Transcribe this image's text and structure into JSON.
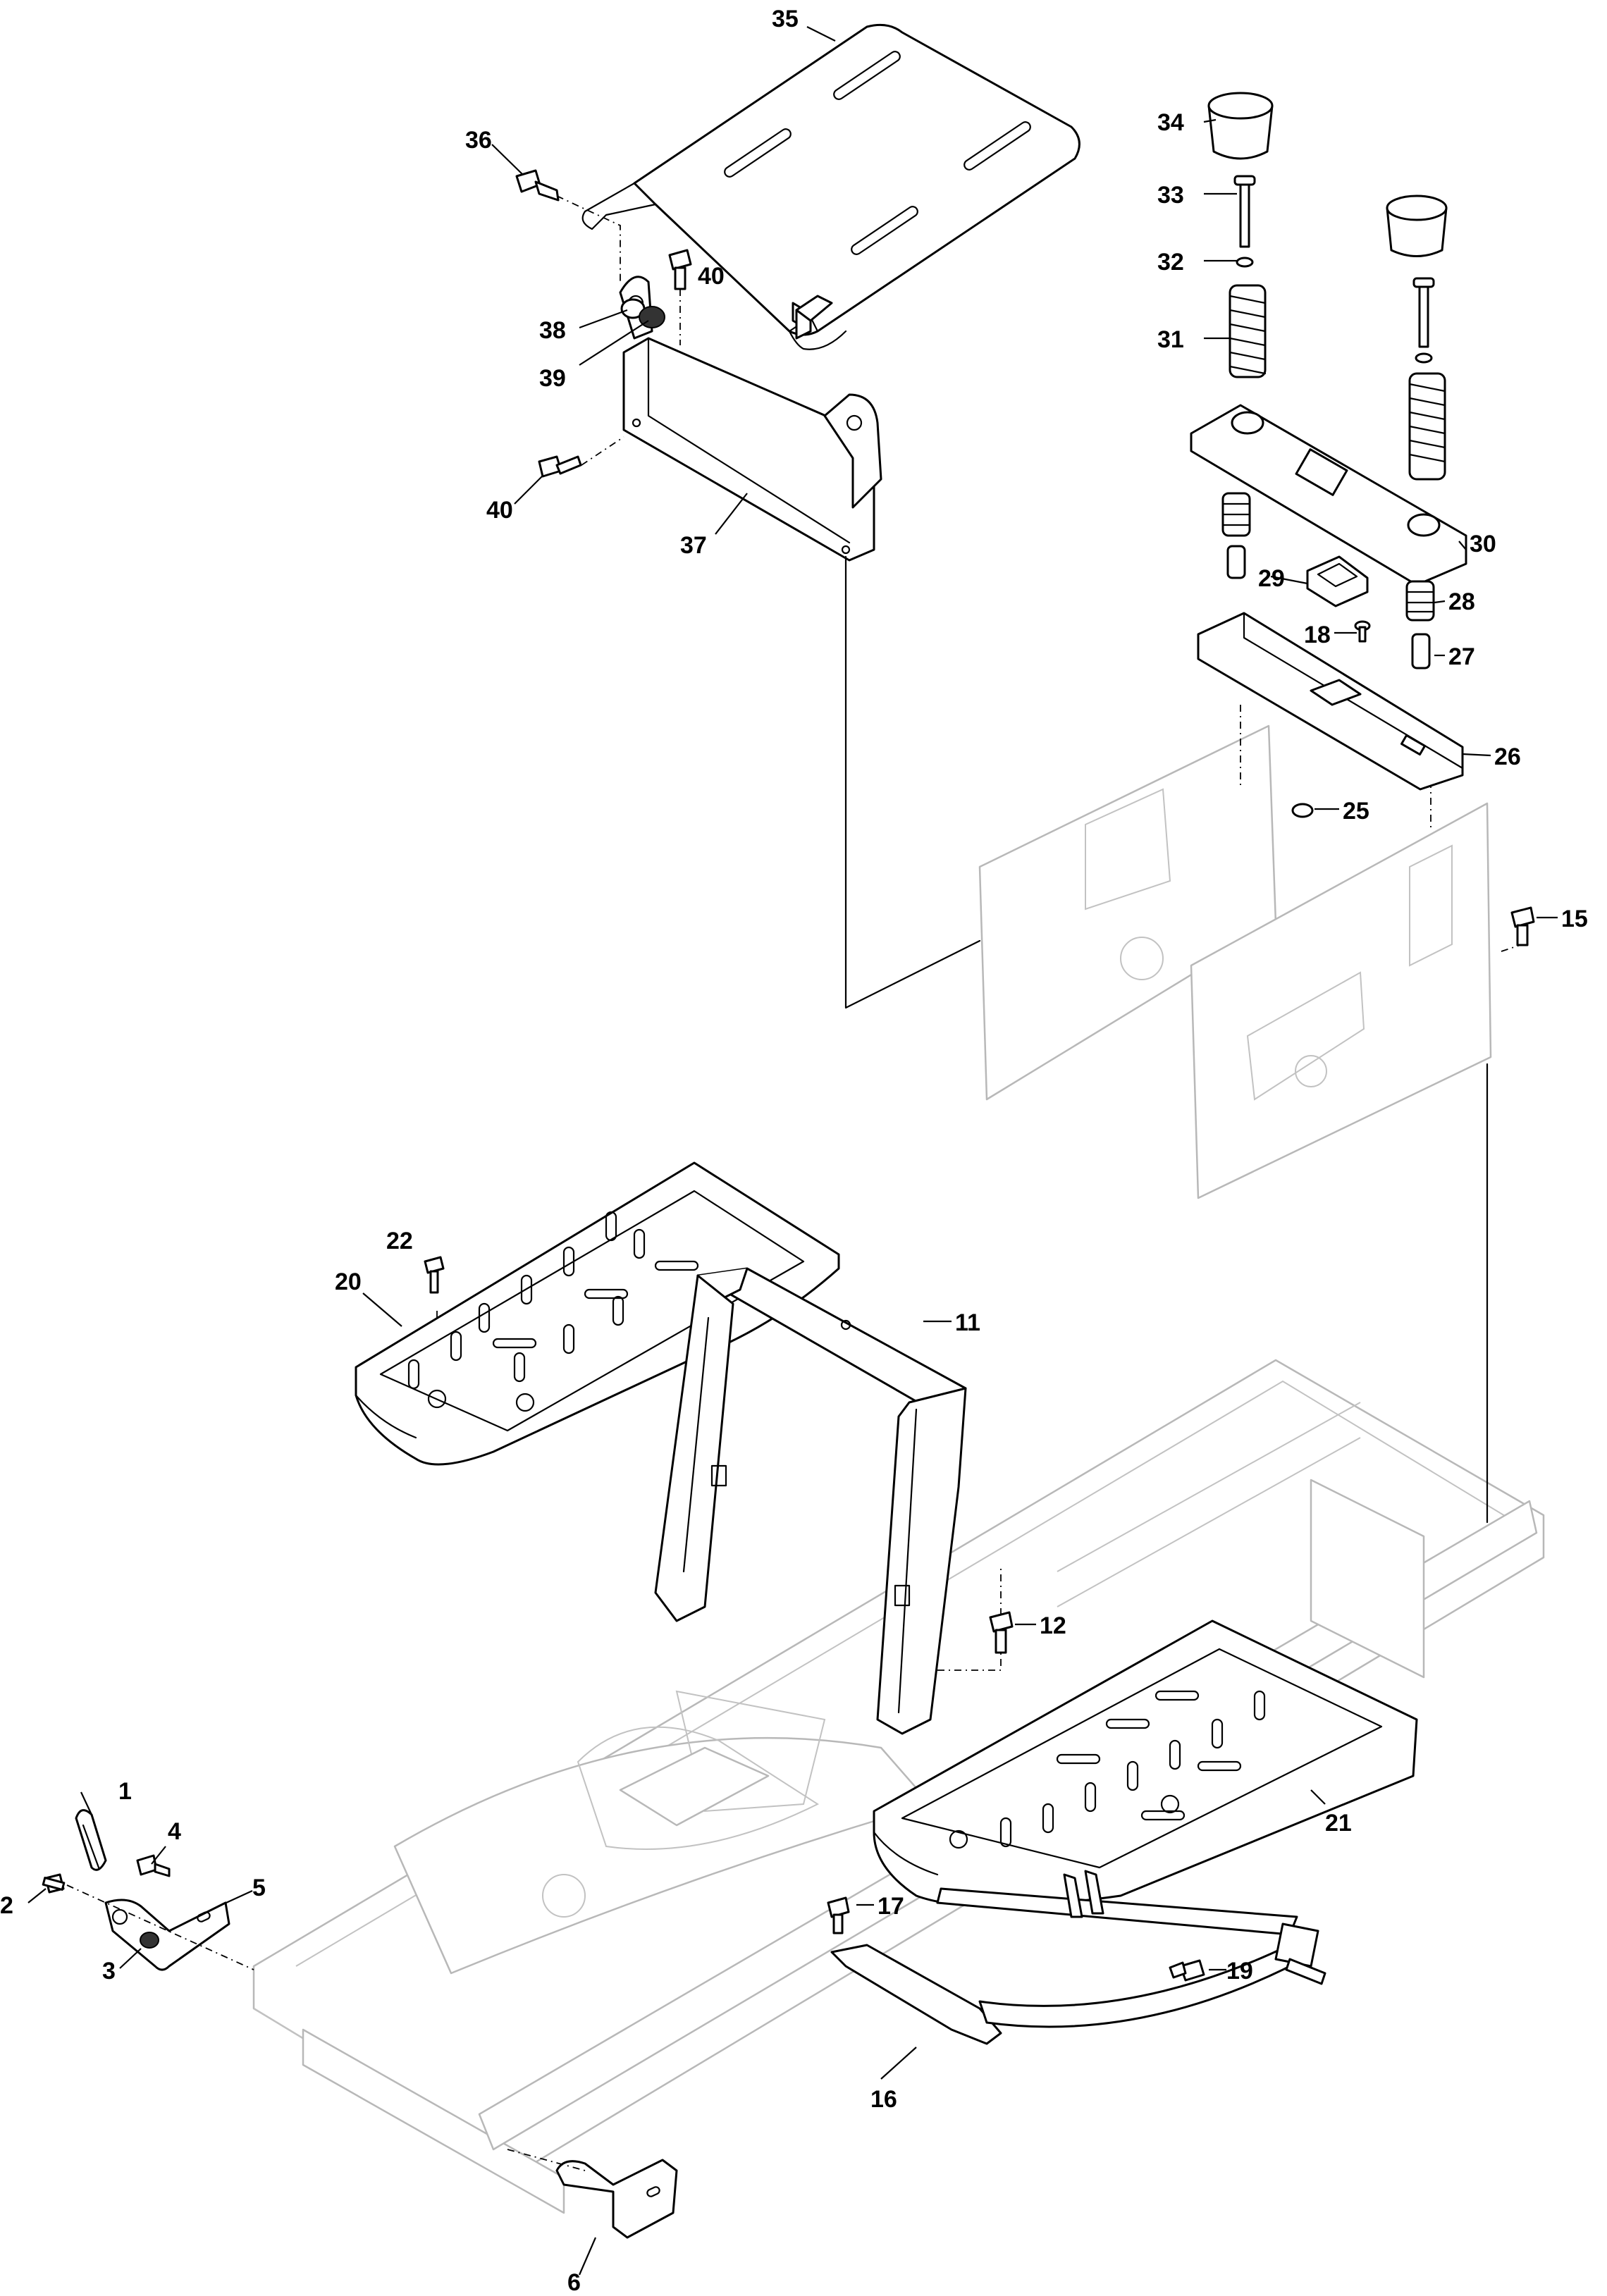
{
  "callouts": [
    {
      "id": "c1",
      "label": "1"
    },
    {
      "id": "c2",
      "label": "2"
    },
    {
      "id": "c3",
      "label": "3"
    },
    {
      "id": "c4",
      "label": "4"
    },
    {
      "id": "c5",
      "label": "5"
    },
    {
      "id": "c6",
      "label": "6"
    },
    {
      "id": "c11",
      "label": "11"
    },
    {
      "id": "c12",
      "label": "12"
    },
    {
      "id": "c15",
      "label": "15"
    },
    {
      "id": "c16",
      "label": "16"
    },
    {
      "id": "c17",
      "label": "17"
    },
    {
      "id": "c18",
      "label": "18"
    },
    {
      "id": "c19",
      "label": "19"
    },
    {
      "id": "c20",
      "label": "20"
    },
    {
      "id": "c21",
      "label": "21"
    },
    {
      "id": "c22",
      "label": "22"
    },
    {
      "id": "c25",
      "label": "25"
    },
    {
      "id": "c26",
      "label": "26"
    },
    {
      "id": "c27",
      "label": "27"
    },
    {
      "id": "c28",
      "label": "28"
    },
    {
      "id": "c29",
      "label": "29"
    },
    {
      "id": "c30",
      "label": "30"
    },
    {
      "id": "c31",
      "label": "31"
    },
    {
      "id": "c32",
      "label": "32"
    },
    {
      "id": "c33",
      "label": "33"
    },
    {
      "id": "c34",
      "label": "34"
    },
    {
      "id": "c35",
      "label": "35"
    },
    {
      "id": "c36",
      "label": "36"
    },
    {
      "id": "c37",
      "label": "37"
    },
    {
      "id": "c38",
      "label": "38"
    },
    {
      "id": "c39",
      "label": "39"
    },
    {
      "id": "c40a",
      "label": "40"
    },
    {
      "id": "c40b",
      "label": "40"
    }
  ]
}
